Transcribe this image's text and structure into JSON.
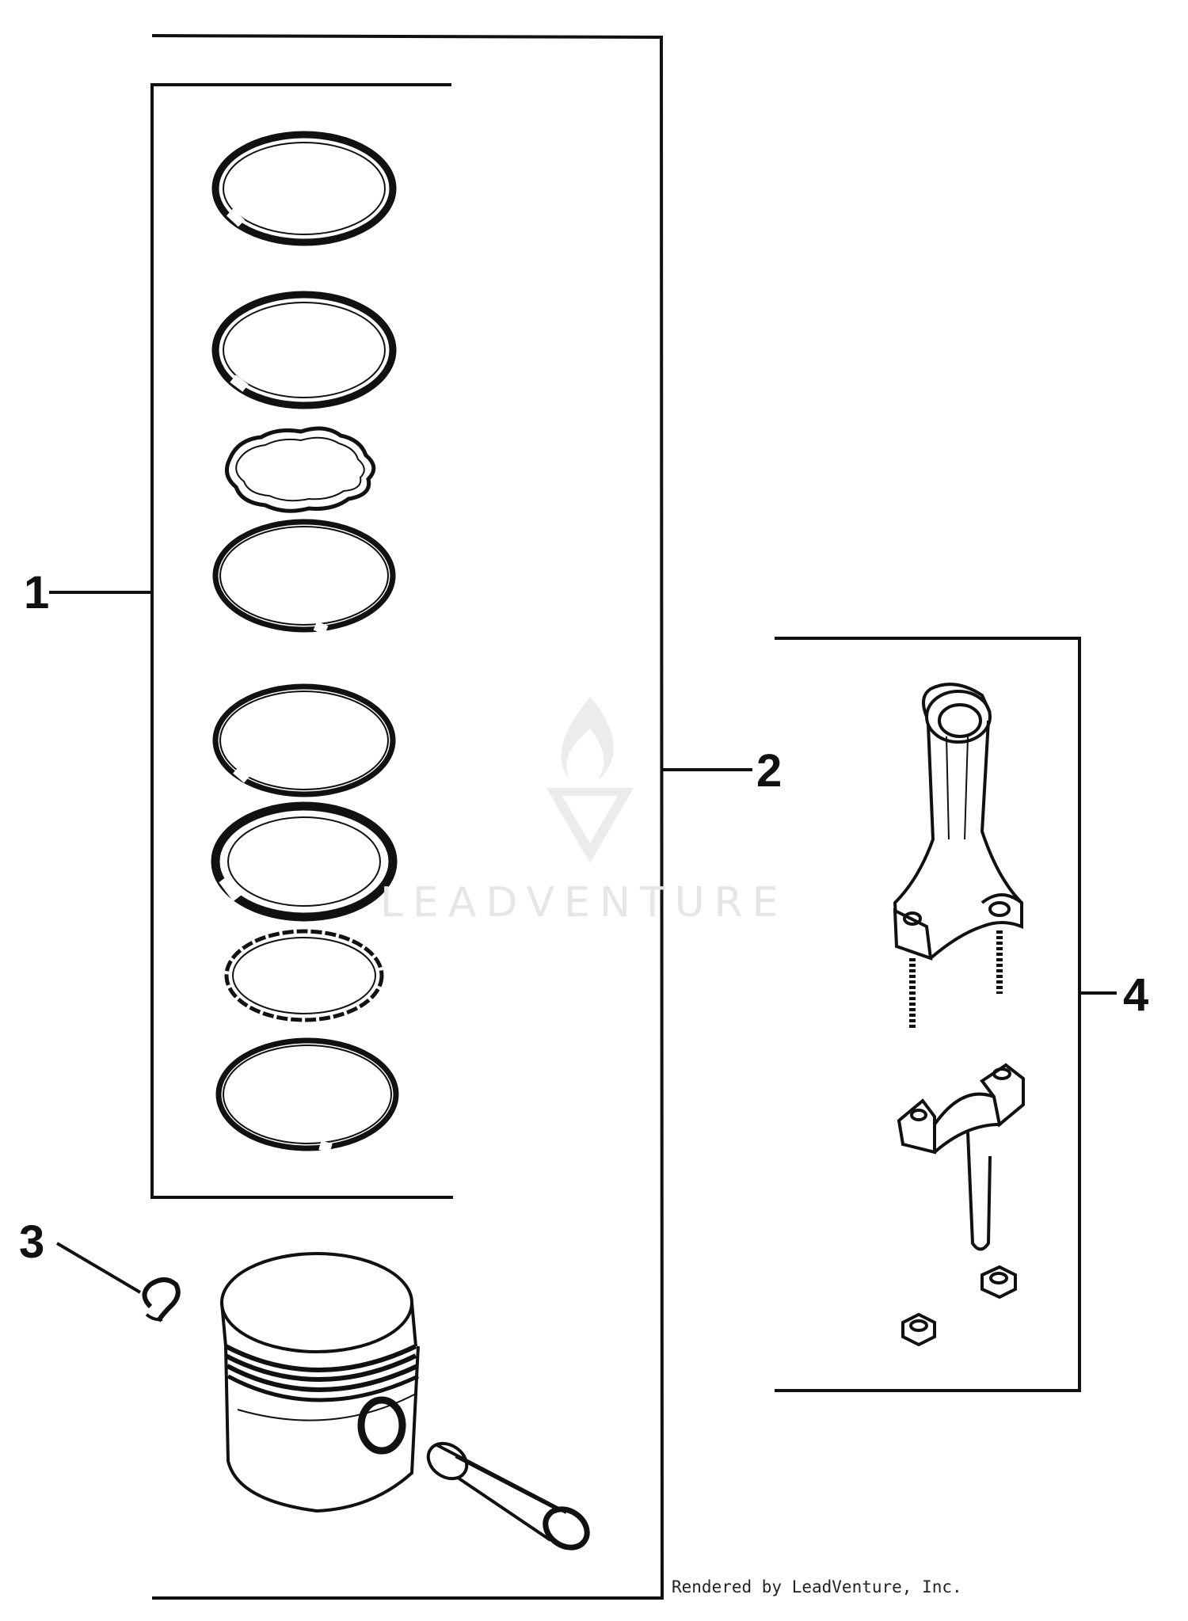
{
  "callouts": {
    "c1": "1",
    "c2": "2",
    "c3": "3",
    "c4": "4"
  },
  "watermark": {
    "text": "LEADVENTURE"
  },
  "credit": {
    "text": "Rendered by LeadVenture, Inc."
  },
  "colors": {
    "ink": "#111111",
    "watermark": "#e6e6e6",
    "background": "#ffffff"
  }
}
